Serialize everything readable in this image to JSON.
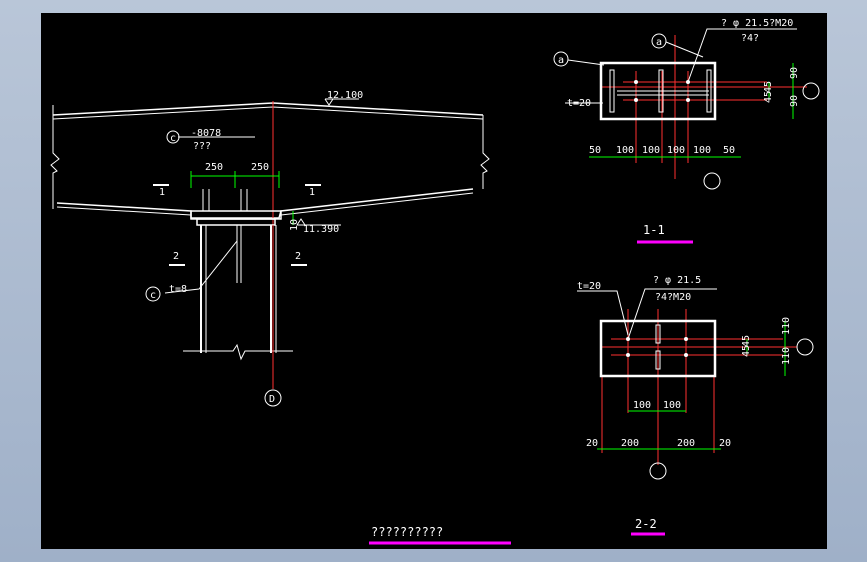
{
  "elevation": {
    "top_elev": "12.100",
    "bottom_elev": "11.390",
    "plate_mark": "-8078",
    "plate_note": "???",
    "dim_250_left": "250",
    "dim_250_right": "250",
    "dim_10": "10",
    "section_1": "1",
    "section_2": "2",
    "weld_thick": "t=8",
    "callout_c": "c",
    "axis_d": "D"
  },
  "section11": {
    "bolt_label": "? φ  21.5?M20",
    "bolt_note": "?4?",
    "thickness": "t=20",
    "dims_bottom": [
      "50",
      "100",
      "100",
      "100",
      "100",
      "50"
    ],
    "dims_right_outer": [
      "90",
      "90"
    ],
    "dims_right_inner": [
      "45",
      "45"
    ],
    "callout_a1": "a",
    "callout_a2": "a",
    "title": "1-1"
  },
  "section22": {
    "thickness": "t=20",
    "bolt_label": "? φ  21.5",
    "bolt_note": "?4?M20",
    "dims_mid": [
      "100",
      "100"
    ],
    "dims_bottom": [
      "20",
      "200",
      "200",
      "20"
    ],
    "dims_right_outer": [
      "110",
      "110"
    ],
    "dims_right_inner": [
      "45",
      "45"
    ],
    "title": "2-2"
  },
  "sheet_title": "??????????",
  "colors": {
    "background": "#000000",
    "line": "#ffffff",
    "dimension": "#00ff00",
    "axis": "#ff3030",
    "title_underline": "#ff00ff",
    "frame": "#a9b8cc"
  }
}
